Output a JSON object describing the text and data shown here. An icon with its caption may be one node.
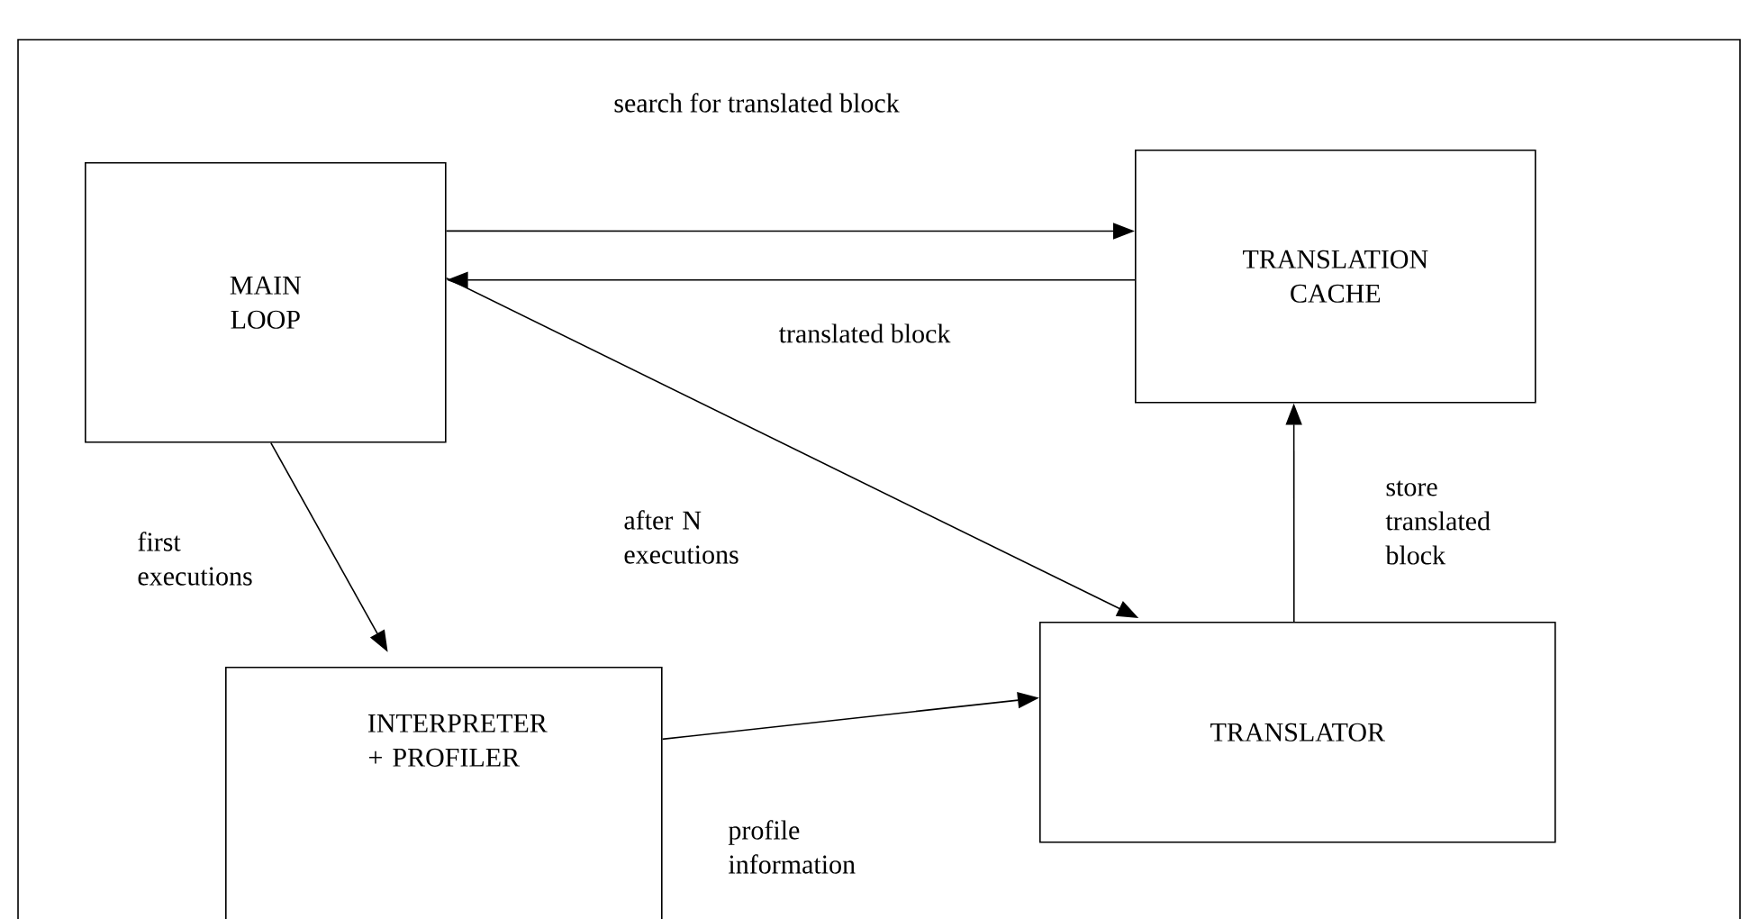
{
  "diagram": {
    "nodes": [
      {
        "text": [
          "MAIN LOOP"
        ]
      },
      {
        "text": [
          "TRANSLATION CACHE"
        ]
      },
      {
        "text": [
          "INTERPRETER + PROFILER"
        ]
      },
      {
        "text": [
          "TRANSLATOR"
        ]
      }
    ],
    "edges": [
      {
        "from": 0,
        "to": 1,
        "arrow": "to",
        "label": "search for translated block"
      },
      {
        "from": 1,
        "to": 0,
        "arrow": "to",
        "label": "translated block"
      },
      {
        "from": 0,
        "to": 3,
        "arrow": "to",
        "label": "after N executions"
      },
      {
        "from": 0,
        "to": 2,
        "arrow": "to",
        "label": "first executions"
      },
      {
        "from": 2,
        "to": 3,
        "arrow": "to",
        "label": "profile information"
      },
      {
        "from": 3,
        "to": 1,
        "arrow": "to",
        "label": "store translated block"
      }
    ]
  }
}
